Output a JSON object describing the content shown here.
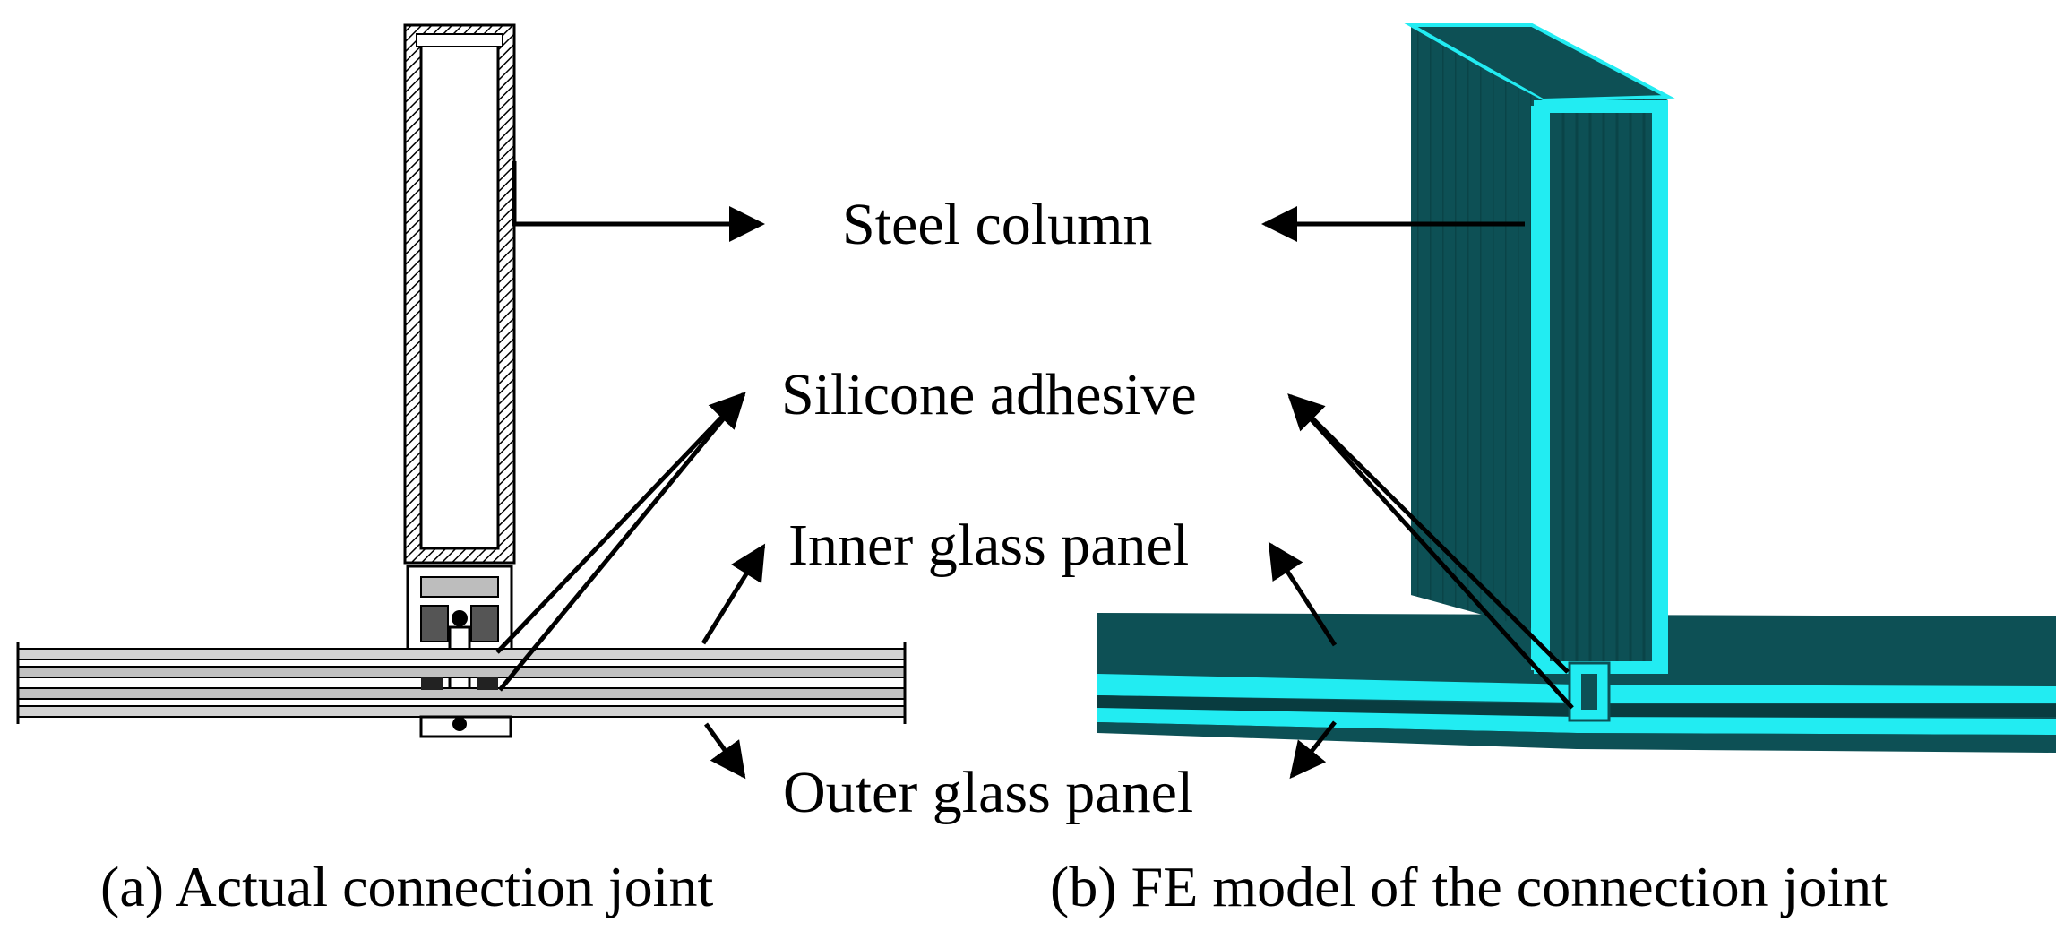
{
  "labels": {
    "steel_column": "Steel column",
    "silicone_adhesive": "Silicone adhesive",
    "inner_glass_panel": "Inner glass panel",
    "outer_glass_panel": "Outer glass panel"
  },
  "captions": {
    "a": "(a) Actual connection joint",
    "b": "(b) FE model of the connection joint"
  },
  "colors": {
    "ink": "#000000",
    "fe_dark": "#0d5055",
    "fe_dark_shade": "#093c40",
    "fe_cyan": "#22ecf2",
    "glass_gray": "#c9c9c9"
  }
}
